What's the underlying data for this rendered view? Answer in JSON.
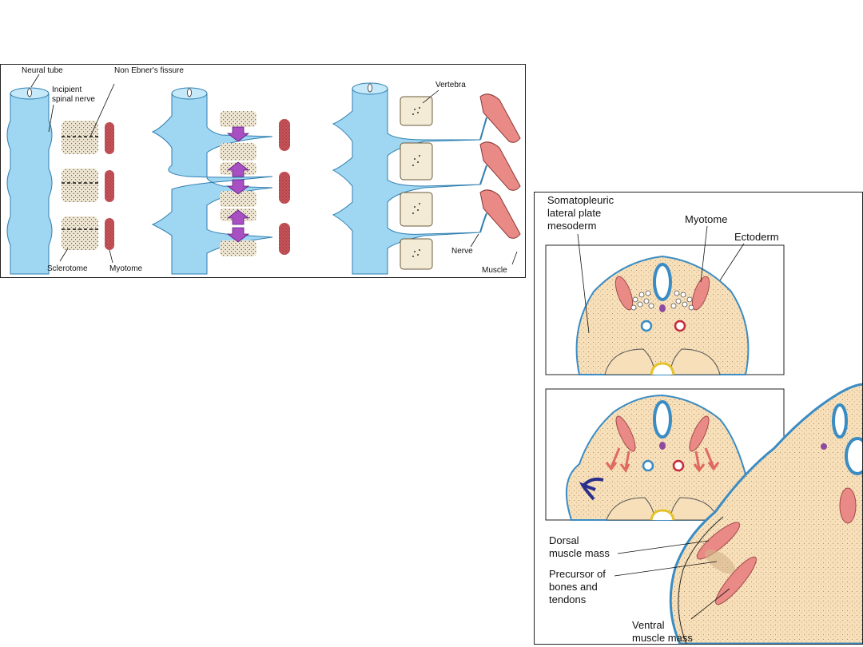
{
  "figure_a": {
    "labels": {
      "neural_tube": "Neural tube",
      "von_ebner": "Non Ebner's fissure",
      "incipient_line1": "Incipient",
      "incipient_line2": "spinal nerve",
      "sclerotome": "Sclerotome",
      "myotome": "Myotome",
      "vertebra": "Vertebra",
      "nerve": "Nerve",
      "muscle": "Muscle"
    }
  },
  "figure_b": {
    "labels": {
      "somato1": "Somatopleuric",
      "somato2": "lateral plate",
      "somato3": "mesoderm",
      "myotome": "Myotome",
      "ectoderm": "Ectoderm",
      "dorsal1": "Dorsal",
      "dorsal2": "muscle mass",
      "precursor1": "Precursor of",
      "precursor2": "bones and",
      "precursor3": "tendons",
      "ventral1": "Ventral",
      "ventral2": "muscle mass"
    }
  },
  "colors": {
    "neural_tube": "#9fd6f2",
    "sclerotome": "#e8e0cc",
    "myotome": "#c9545a",
    "arrow": "#a84fc4",
    "mesoderm": "#f7dfb9",
    "ectoderm_line": "#3a8cc4",
    "muscle_pink": "#e98a86",
    "blue_arrow": "#2a2f8c",
    "yellow_ring": "#e3c22a"
  }
}
